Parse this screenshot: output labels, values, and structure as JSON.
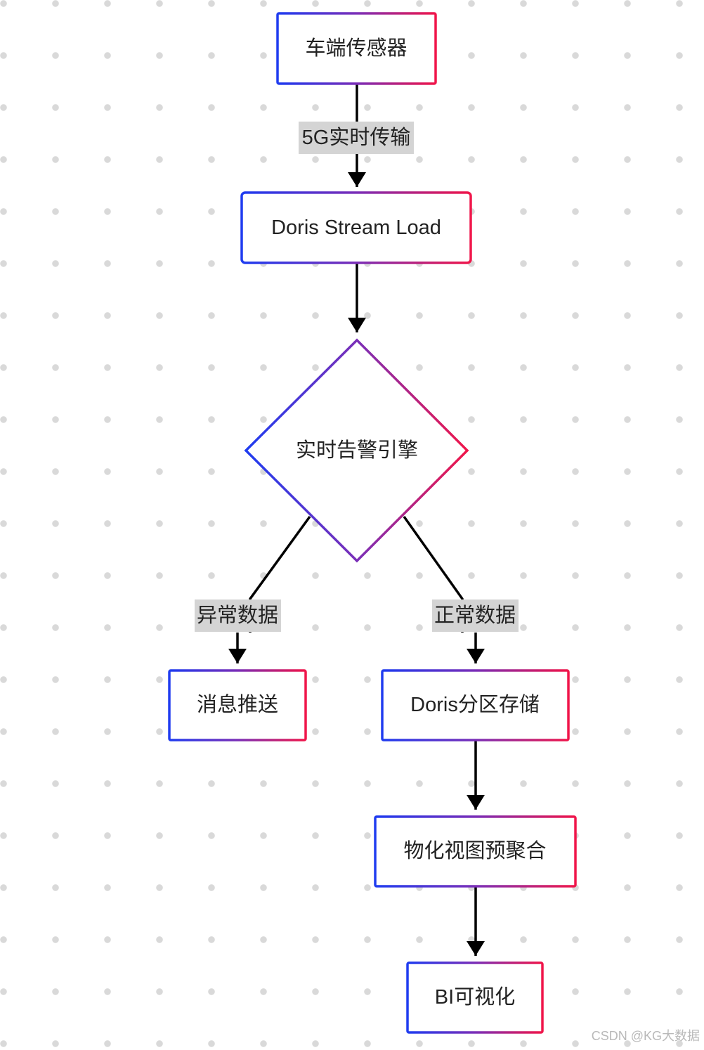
{
  "nodes": {
    "sensor": "车端传感器",
    "stream_load": "Doris Stream Load",
    "alert_engine": "实时告警引擎",
    "message_push": "消息推送",
    "partition_storage": "Doris分区存储",
    "mv_preagg": "物化视图预聚合",
    "bi_visualization": "BI可视化"
  },
  "edges": {
    "realtime_5g": "5G实时传输",
    "abnormal_data": "异常数据",
    "normal_data": "正常数据"
  },
  "watermark": "CSDN @KG大数据",
  "colors": {
    "border_start": "#1f3cf0",
    "border_mid": "#7a2fb8",
    "border_end": "#f0164a",
    "edge": "#000000",
    "edge_label_bg": "#d4d4d4",
    "grid_dot": "#d9d9d9"
  }
}
